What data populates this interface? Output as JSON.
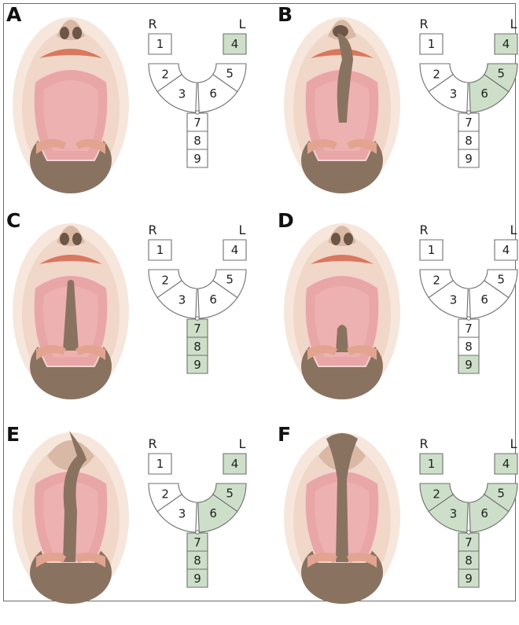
{
  "legend": {
    "right": "R",
    "left": "L"
  },
  "colors": {
    "affected": "#cddfc9",
    "unaffected": "#ffffff",
    "stroke": "#6f6f6f",
    "skin": "#efd4c4",
    "mucosa": "#e9a6a6",
    "cleft": "#8a7261",
    "lip": "#d9775f"
  },
  "panels": [
    {
      "label": "A",
      "cells": [
        {
          "n": "1",
          "affected": false
        },
        {
          "n": "2",
          "affected": false
        },
        {
          "n": "3",
          "affected": false
        },
        {
          "n": "4",
          "affected": true
        },
        {
          "n": "5",
          "affected": false
        },
        {
          "n": "6",
          "affected": false
        },
        {
          "n": "7",
          "affected": false
        },
        {
          "n": "8",
          "affected": false
        },
        {
          "n": "9",
          "affected": false
        }
      ]
    },
    {
      "label": "B",
      "cells": [
        {
          "n": "1",
          "affected": false
        },
        {
          "n": "2",
          "affected": false
        },
        {
          "n": "3",
          "affected": false
        },
        {
          "n": "4",
          "affected": true
        },
        {
          "n": "5",
          "affected": true
        },
        {
          "n": "6",
          "affected": true
        },
        {
          "n": "7",
          "affected": false
        },
        {
          "n": "8",
          "affected": false
        },
        {
          "n": "9",
          "affected": false
        }
      ]
    },
    {
      "label": "C",
      "cells": [
        {
          "n": "1",
          "affected": false
        },
        {
          "n": "2",
          "affected": false
        },
        {
          "n": "3",
          "affected": false
        },
        {
          "n": "4",
          "affected": false
        },
        {
          "n": "5",
          "affected": false
        },
        {
          "n": "6",
          "affected": false
        },
        {
          "n": "7",
          "affected": true
        },
        {
          "n": "8",
          "affected": true
        },
        {
          "n": "9",
          "affected": true
        }
      ]
    },
    {
      "label": "D",
      "cells": [
        {
          "n": "1",
          "affected": false
        },
        {
          "n": "2",
          "affected": false
        },
        {
          "n": "3",
          "affected": false
        },
        {
          "n": "4",
          "affected": false
        },
        {
          "n": "5",
          "affected": false
        },
        {
          "n": "6",
          "affected": false
        },
        {
          "n": "7",
          "affected": false
        },
        {
          "n": "8",
          "affected": false
        },
        {
          "n": "9",
          "affected": true
        }
      ]
    },
    {
      "label": "E",
      "cells": [
        {
          "n": "1",
          "affected": false
        },
        {
          "n": "2",
          "affected": false
        },
        {
          "n": "3",
          "affected": false
        },
        {
          "n": "4",
          "affected": true
        },
        {
          "n": "5",
          "affected": true
        },
        {
          "n": "6",
          "affected": true
        },
        {
          "n": "7",
          "affected": true
        },
        {
          "n": "8",
          "affected": true
        },
        {
          "n": "9",
          "affected": true
        }
      ]
    },
    {
      "label": "F",
      "cells": [
        {
          "n": "1",
          "affected": true
        },
        {
          "n": "2",
          "affected": true
        },
        {
          "n": "3",
          "affected": true
        },
        {
          "n": "4",
          "affected": true
        },
        {
          "n": "5",
          "affected": true
        },
        {
          "n": "6",
          "affected": true
        },
        {
          "n": "7",
          "affected": true
        },
        {
          "n": "8",
          "affected": true
        },
        {
          "n": "9",
          "affected": true
        }
      ]
    }
  ]
}
